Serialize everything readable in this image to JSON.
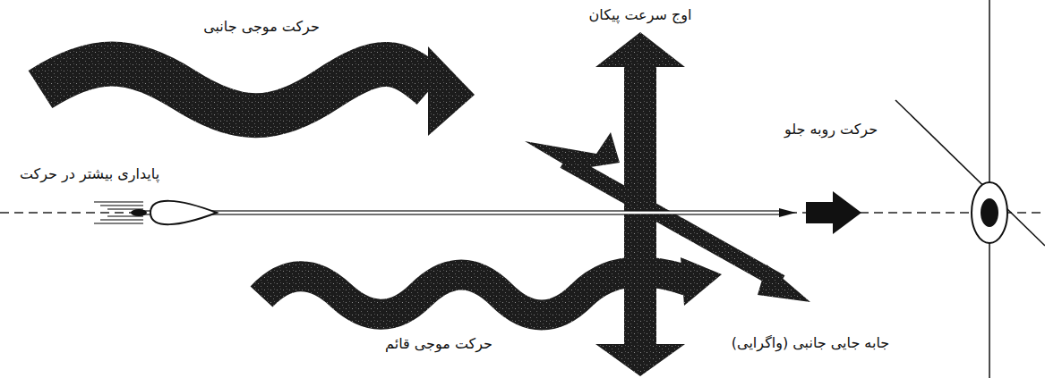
{
  "diagram": {
    "labels": [
      "حرکت موجی جانبی",
      "اوج سرعت پیکان",
      "حرکت روبه جلو",
      "پایداری بیشتر در حرکت",
      "حرکت موجی قائم",
      "جابه جایی جانبی (واگرایی)"
    ]
  }
}
